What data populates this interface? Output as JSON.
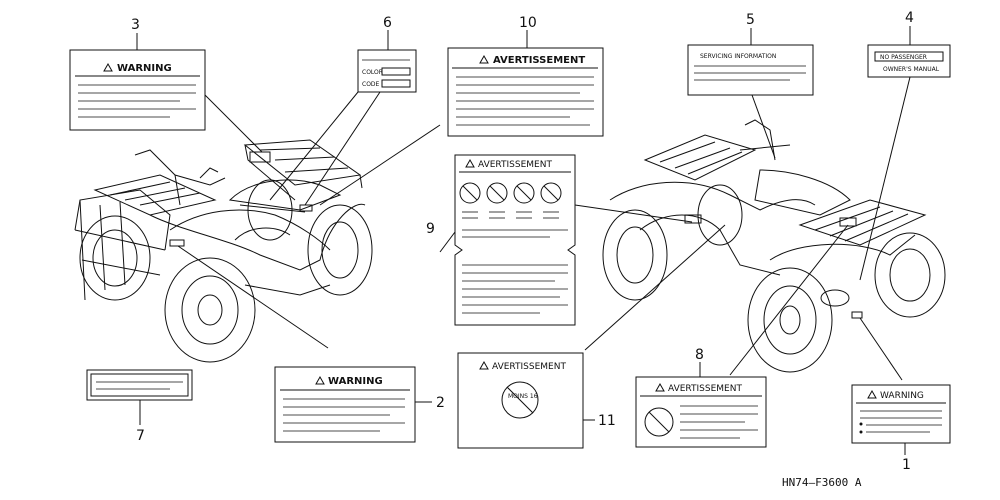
{
  "diagram": {
    "callouts": [
      "1",
      "2",
      "3",
      "4",
      "5",
      "6",
      "7",
      "8",
      "9",
      "10",
      "11"
    ],
    "labels": {
      "warning": "WARNING",
      "avertissement": "AVERTISSEMENT",
      "servicing_information": "SERVICING INFORMATION",
      "color": "COLOR",
      "code": "CODE",
      "no_passenger": "NO PASSENGER",
      "owners_manual": "OWNER'S MANUAL",
      "moins_de_16": "MOINS 16"
    },
    "code": "HN74—F3600 A",
    "line_color": "#111111",
    "background": "#ffffff"
  }
}
